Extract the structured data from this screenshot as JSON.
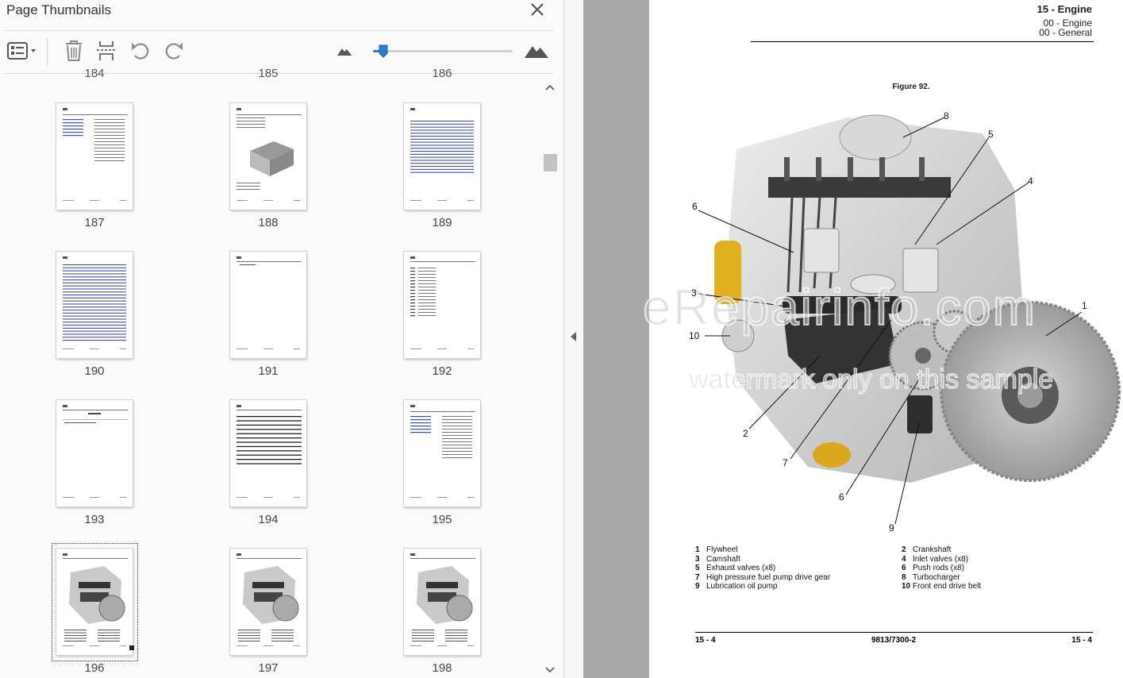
{
  "panel": {
    "title": "Page Thumbnails",
    "cut_labels": [
      "184",
      "185",
      "186"
    ]
  },
  "toolbar": {
    "options_icon": "thumbnail-options-icon",
    "delete_icon": "trash-icon",
    "extract_icon": "extract-pages-icon",
    "rotate_ccw_icon": "rotate-counterclockwise-icon",
    "rotate_cw_icon": "rotate-clockwise-icon",
    "zoom_small_icon": "mountain-small-icon",
    "zoom_large_icon": "mountain-large-icon",
    "slider_level": 0.04
  },
  "thumbnails": [
    {
      "number": "187",
      "kind": "text2col",
      "selected": false
    },
    {
      "number": "188",
      "kind": "battery",
      "selected": false
    },
    {
      "number": "189",
      "kind": "toc",
      "selected": false
    },
    {
      "number": "190",
      "kind": "toc-long",
      "selected": false
    },
    {
      "number": "191",
      "kind": "near-blank",
      "selected": false
    },
    {
      "number": "192",
      "kind": "list",
      "selected": false
    },
    {
      "number": "193",
      "kind": "heading",
      "selected": false
    },
    {
      "number": "194",
      "kind": "lines",
      "selected": false
    },
    {
      "number": "195",
      "kind": "text2col",
      "selected": false
    },
    {
      "number": "196",
      "kind": "engine",
      "selected": true
    },
    {
      "number": "197",
      "kind": "engine-cut",
      "selected": false
    },
    {
      "number": "198",
      "kind": "engine",
      "selected": false
    }
  ],
  "document": {
    "header_title": "15 - Engine",
    "header_sub1": "00 - Engine",
    "header_sub2": "00 - General",
    "figure_caption": "Figure 92.",
    "watermark_line1": "eRepairinfo.com",
    "watermark_line2": "watermark only on this sample",
    "callouts": [
      {
        "id": "c8",
        "label": "8"
      },
      {
        "id": "c5",
        "label": "5"
      },
      {
        "id": "c4",
        "label": "4"
      },
      {
        "id": "c6a",
        "label": "6"
      },
      {
        "id": "c3",
        "label": "3"
      },
      {
        "id": "c1",
        "label": "1"
      },
      {
        "id": "c10",
        "label": "10"
      },
      {
        "id": "c2",
        "label": "2"
      },
      {
        "id": "c7",
        "label": "7"
      },
      {
        "id": "c6b",
        "label": "6"
      },
      {
        "id": "c9",
        "label": "9"
      }
    ],
    "legend": [
      {
        "num": "1",
        "text": "Flywheel"
      },
      {
        "num": "2",
        "text": "Crankshaft"
      },
      {
        "num": "3",
        "text": "Camshaft"
      },
      {
        "num": "4",
        "text": "Inlet valves (x8)"
      },
      {
        "num": "5",
        "text": "Exhaust valves (x8)"
      },
      {
        "num": "6",
        "text": "Push rods (x8)"
      },
      {
        "num": "7",
        "text": "High pressure fuel pump drive gear"
      },
      {
        "num": "8",
        "text": "Turbocharger"
      },
      {
        "num": "9",
        "text": "Lubrication oil pump"
      },
      {
        "num": "10",
        "text": "Front end drive belt"
      }
    ],
    "footer_left": "15 - 4",
    "footer_mid": "9813/7300-2",
    "footer_right": "15 - 4"
  },
  "colors": {
    "accent": "#2b7cd3",
    "engine_dark": "#2a2a2a",
    "engine_grey": "#b8b8b8",
    "filter_yellow": "#e0b020"
  }
}
